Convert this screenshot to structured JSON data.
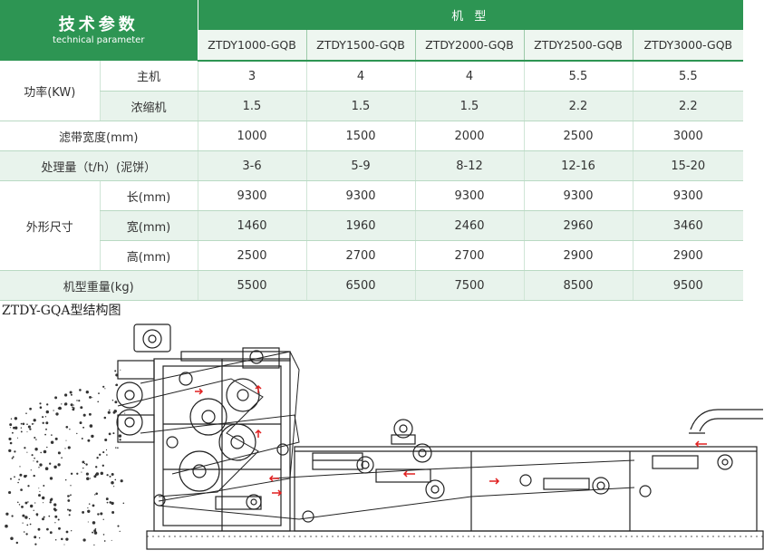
{
  "table": {
    "title_zh": "技术参数",
    "title_en": "technical parameter",
    "model_header": "机 型",
    "models": [
      "ZTDY1000-GQB",
      "ZTDY1500-GQB",
      "ZTDY2000-GQB",
      "ZTDY2500-GQB",
      "ZTDY3000-GQB"
    ],
    "power": {
      "label": "功率(KW)",
      "main_label": "主机",
      "main_values": [
        "3",
        "4",
        "4",
        "5.5",
        "5.5"
      ],
      "thickener_label": "浓缩机",
      "thickener_values": [
        "1.5",
        "1.5",
        "1.5",
        "2.2",
        "2.2"
      ]
    },
    "belt_width": {
      "label": "滤带宽度(mm)",
      "values": [
        "1000",
        "1500",
        "2000",
        "2500",
        "3000"
      ]
    },
    "capacity": {
      "label": "处理量（t/h）(泥饼）",
      "values": [
        "3-6",
        "5-9",
        "8-12",
        "12-16",
        "15-20"
      ]
    },
    "dimensions": {
      "label": "外形尺寸",
      "length_label": "长(mm)",
      "length_values": [
        "9300",
        "9300",
        "9300",
        "9300",
        "9300"
      ],
      "width_label": "宽(mm)",
      "width_values": [
        "1460",
        "1960",
        "2460",
        "2960",
        "3460"
      ],
      "height_label": "高(mm)",
      "height_values": [
        "2500",
        "2700",
        "2700",
        "2900",
        "2900"
      ]
    },
    "weight": {
      "label": "机型重量(kg)",
      "values": [
        "5500",
        "6500",
        "7500",
        "8500",
        "9500"
      ]
    }
  },
  "diagram": {
    "title": "ZTDY-GQA型结构图",
    "line_color": "#222222",
    "arrow_color": "#e02020"
  },
  "colors": {
    "header_green": "#2d9553",
    "row_tint": "#e8f3ec"
  }
}
